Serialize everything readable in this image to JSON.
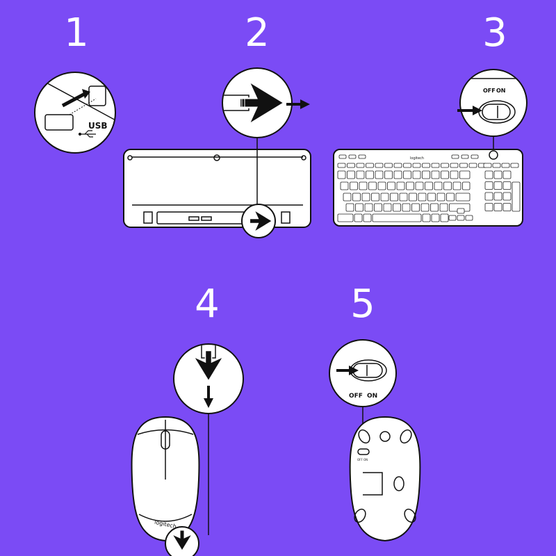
{
  "steps": [
    {
      "number": "1",
      "label_usb": "USB"
    },
    {
      "number": "2"
    },
    {
      "number": "3",
      "switch_off": "OFF",
      "switch_on": "ON",
      "brand": "logitech"
    },
    {
      "number": "4",
      "brand": "logitech"
    },
    {
      "number": "5",
      "switch_off": "OFF",
      "switch_on": "ON",
      "mini_switch": "OFF ON"
    }
  ],
  "colors": {
    "background": "#7b4bf5",
    "line": "#111111",
    "fill": "#ffffff"
  }
}
